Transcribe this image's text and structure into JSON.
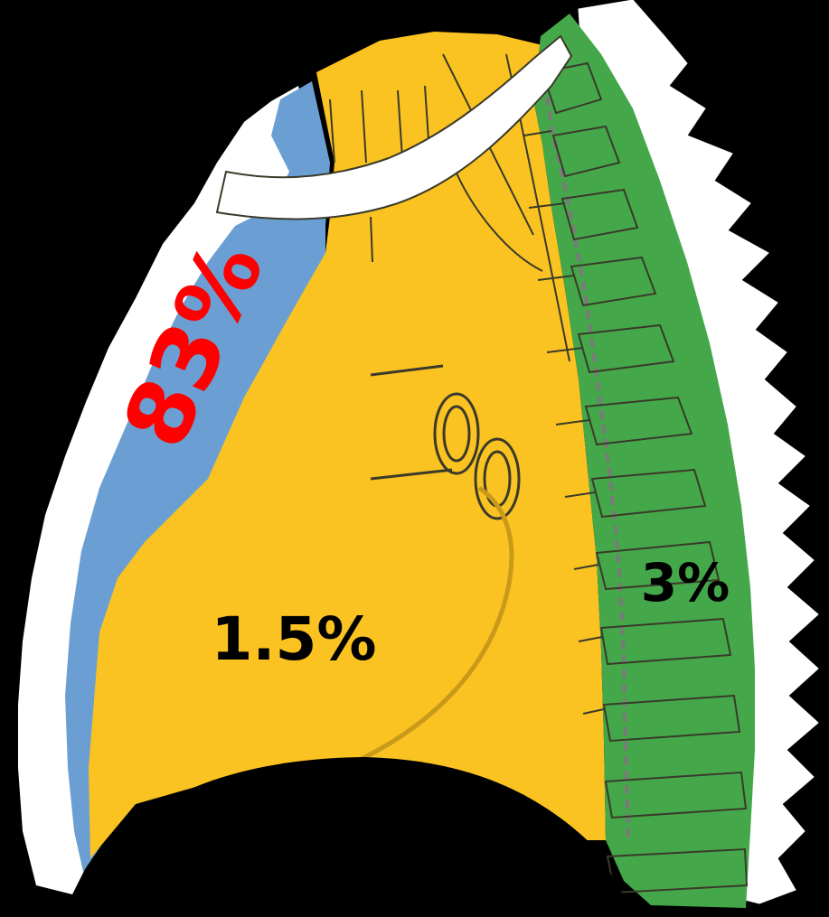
{
  "figure": {
    "background": "#000000",
    "compartments": [
      {
        "id": "anterior",
        "percent_label": "83%",
        "fill": "#6b9fd4",
        "label_color": "#ff0000"
      },
      {
        "id": "middle",
        "percent_label": "1.5%",
        "fill": "#fbc321",
        "label_color": "#000000"
      },
      {
        "id": "posterior",
        "percent_label": "3%",
        "fill": "#44a84a",
        "label_color": "#000000"
      }
    ],
    "bone_color": "#ffffff",
    "outline_color": "#3a3a2a"
  }
}
